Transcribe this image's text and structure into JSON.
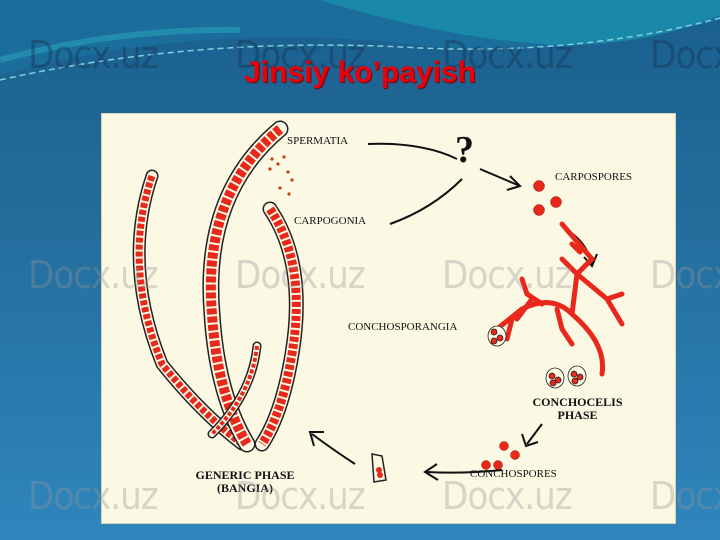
{
  "slide": {
    "title": "Jinsiy ko’payish",
    "watermark": "Docx.uz",
    "colors": {
      "title": "#e8000a",
      "background": "#236d9c",
      "cell_red": "#e8281a"
    }
  },
  "figure": {
    "labels": {
      "spermatia": "SPERMATIA",
      "question": "?",
      "carpospores": "CARPOSPORES",
      "carpogonia": "CARPOGONIA",
      "conchosporangia": "CONCHOSPORANGIA",
      "conchocelis_1": "CONCHOCELIS",
      "conchocelis_2": "PHASE",
      "conchospores": "CONCHOSPORES",
      "generic_1": "GENERIC PHASE",
      "generic_2": "(BANGIA)"
    }
  }
}
